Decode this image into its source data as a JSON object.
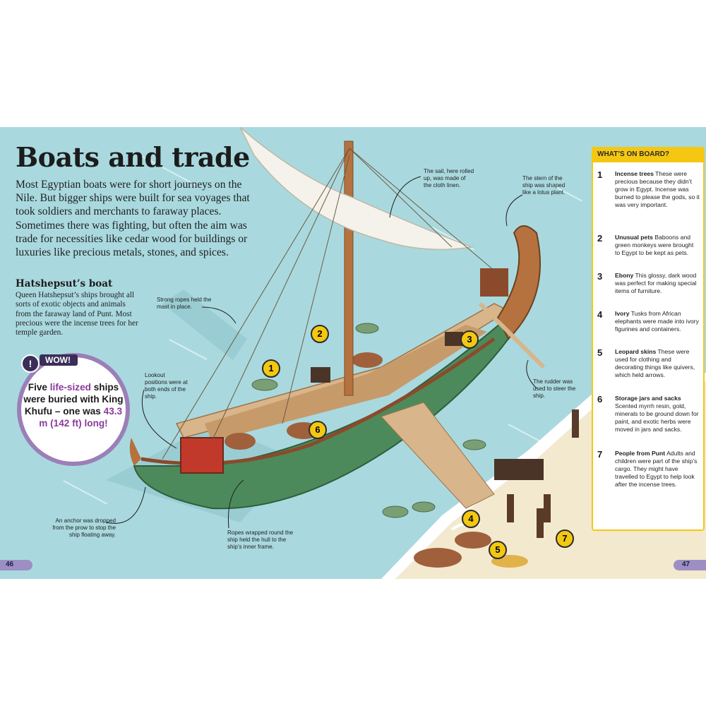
{
  "title": "Boats and trade",
  "intro": "Most Egyptian boats were for short journeys on the Nile. But bigger ships were built for sea voyages that took soldiers and merchants to faraway places. Sometimes there was fighting, but often the aim was trade for necessities like cedar wood for buildings or luxuries like precious metals, stones, and spices.",
  "hatshepsut": {
    "title": "Hatshepsut’s boat",
    "text": "Queen Hatshepsut’s ships brought all sorts of exotic objects and animals from the faraway land of Punt. Most precious were the incense trees for her temple garden."
  },
  "wow": {
    "badge": "!",
    "label": "WOW!",
    "text_a": "Five ",
    "text_b": "life-sized",
    "text_c": " ships were buried with King Khufu – one was ",
    "text_d": "43.3 m (142 ft) long!"
  },
  "callouts": {
    "sail": "The sail, here rolled up, was made of the cloth linen.",
    "stern": "The stern of the ship was shaped like a lotus plant.",
    "ropes_mast": "Strong ropes held the mast in place.",
    "lookout": "Lookout positions were at both ends of the ship.",
    "rudder": "The rudder was used to steer the ship.",
    "anchor": "An anchor was dropped from the prow to stop the ship floating away.",
    "ropes_hull": "Ropes wrapped round the ship held the hull to the ship’s inner frame."
  },
  "panel": {
    "title": "WHAT’S ON BOARD?",
    "items": [
      {
        "num": "1",
        "name": "Incense trees",
        "text": "These were precious because they didn’t grow in Egypt. Incense was burned to please the gods, so it was very important."
      },
      {
        "num": "2",
        "name": "Unusual pets",
        "text": "Baboons and green monkeys were brought to Egypt to be kept as pets."
      },
      {
        "num": "3",
        "name": "Ebony",
        "text": "This glossy, dark wood was perfect for making special items of furniture."
      },
      {
        "num": "4",
        "name": "Ivory",
        "text": "Tusks from African elephants were made into ivory figurines and containers."
      },
      {
        "num": "5",
        "name": "Leopard skins",
        "text": "These were used for clothing and decorating things like quivers, which held arrows."
      },
      {
        "num": "6",
        "name": "Storage jars and sacks",
        "text": "Scented myrrh resin, gold, minerals to be ground down for paint, and exotic herbs were moved in jars and sacks."
      },
      {
        "num": "7",
        "name": "People from Punt",
        "text": "Adults and children were part of the ship’s cargo. They might have travelled to Egypt to help look after the incense trees."
      }
    ]
  },
  "markers": [
    "1",
    "2",
    "3",
    "4",
    "5",
    "6",
    "7"
  ],
  "pages": {
    "left": "46",
    "right": "47"
  },
  "colors": {
    "sea": "#a9d9df",
    "accent_yellow": "#f4c812",
    "wow_purple": "#9b7fb8",
    "hull_green": "#4c8a5b",
    "page_tab": "#9d8fc4"
  }
}
